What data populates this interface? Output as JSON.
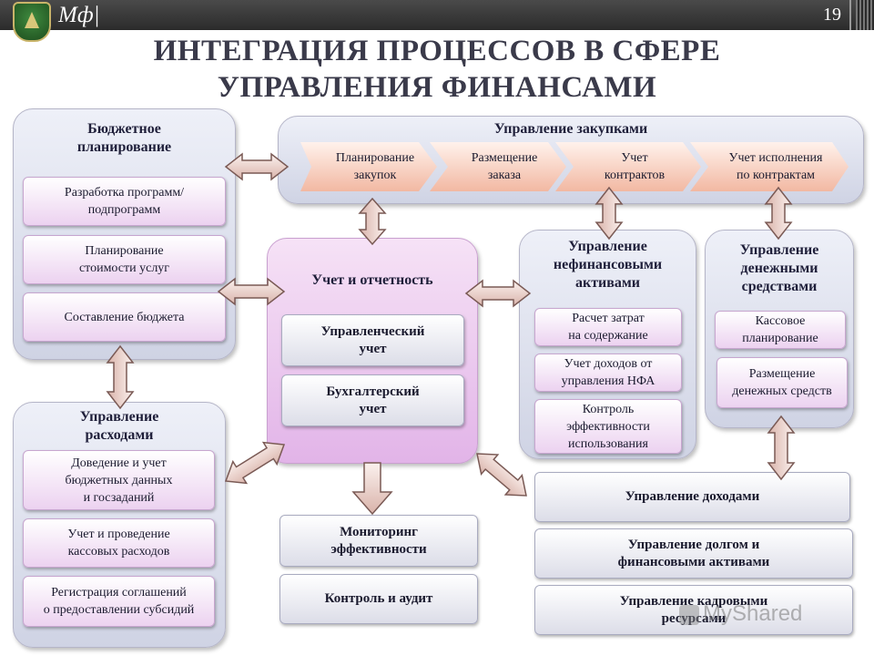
{
  "header": {
    "logo_text": "Мф|",
    "slide_number": "19"
  },
  "title": {
    "line1": "ИНТЕГРАЦИЯ ПРОЦЕССОВ В СФЕРЕ",
    "line2": "УПРАВЛЕНИЯ ФИНАНСАМИ"
  },
  "budget": {
    "title_l1": "Бюджетное",
    "title_l2": "планирование",
    "items": [
      {
        "l1": "Разработка программ/",
        "l2": "подпрограмм"
      },
      {
        "l1": "Планирование",
        "l2": "стоимости услуг"
      },
      {
        "l1": "Составление бюджета",
        "l2": ""
      }
    ]
  },
  "procurement": {
    "title": "Управление закупками",
    "steps": [
      {
        "l1": "Планирование",
        "l2": "закупок"
      },
      {
        "l1": "Размещение",
        "l2": "заказа"
      },
      {
        "l1": "Учет",
        "l2": "контрактов"
      },
      {
        "l1": "Учет исполнения",
        "l2": "по контрактам"
      }
    ]
  },
  "accounting": {
    "title": "Учет и отчетность",
    "items": [
      {
        "l1": "Управленческий",
        "l2": "учет"
      },
      {
        "l1": "Бухгалтерский",
        "l2": "учет"
      }
    ]
  },
  "nonfinancial": {
    "title_l1": "Управление",
    "title_l2": "нефинансовыми",
    "title_l3": "активами",
    "items": [
      {
        "l1": "Расчет затрат",
        "l2": "на содержание",
        "l3": ""
      },
      {
        "l1": "Учет доходов от",
        "l2": "управления НФА",
        "l3": ""
      },
      {
        "l1": "Контроль",
        "l2": "эффективности",
        "l3": "использования"
      }
    ]
  },
  "cash": {
    "title_l1": "Управление",
    "title_l2": "денежными",
    "title_l3": "средствами",
    "items": [
      {
        "l1": "Кассовое",
        "l2": "планирование"
      },
      {
        "l1": "Размещение",
        "l2": "денежных средств"
      }
    ]
  },
  "expenses": {
    "title_l1": "Управление",
    "title_l2": "расходами",
    "items": [
      {
        "l1": "Доведение и учет",
        "l2": "бюджетных данных",
        "l3": "и госзаданий"
      },
      {
        "l1": "Учет и проведение",
        "l2": "кассовых расходов",
        "l3": ""
      },
      {
        "l1": "Регистрация соглашений",
        "l2": "о предоставлении субсидий",
        "l3": ""
      }
    ]
  },
  "monitoring": {
    "l1": "Мониторинг",
    "l2": "эффективности"
  },
  "control": {
    "label": "Контроль и аудит"
  },
  "right_blocks": {
    "revenue": "Управление доходами",
    "debt_l1": "Управление долгом и",
    "debt_l2": "финансовыми активами",
    "hr_l1": "Управление кадровыми",
    "hr_l2": "ресурсами"
  },
  "watermark": "MyShared",
  "colors": {
    "pink_panel": "#e2b4e8",
    "grey_panel": "#cfd3e4",
    "chevron": "#f2b8a2",
    "arrow": "#e8c8c0"
  }
}
